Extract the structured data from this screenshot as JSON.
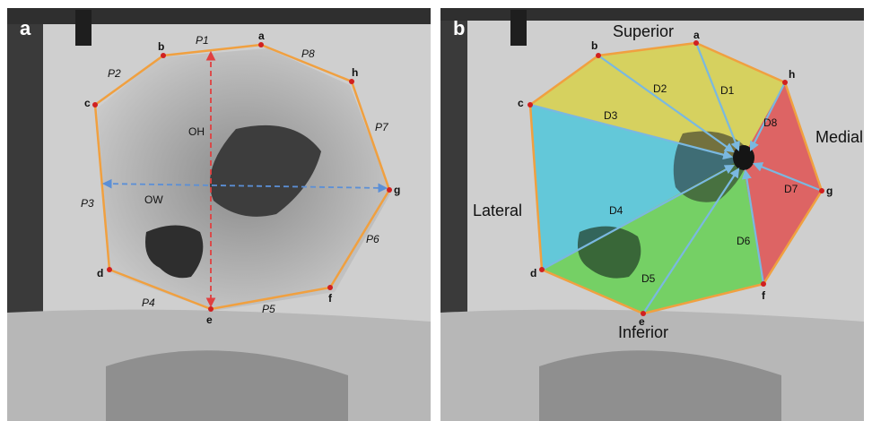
{
  "panels": [
    {
      "letter": "a",
      "point_labels": {
        "a": "a",
        "b": "b",
        "c": "c",
        "d": "d",
        "e": "e",
        "f": "f",
        "g": "g",
        "h": "h"
      },
      "edge_labels": [
        "P1",
        "P2",
        "P3",
        "P4",
        "P5",
        "P6",
        "P7",
        "P8"
      ],
      "height_label": "OH",
      "width_label": "OW"
    },
    {
      "letter": "b",
      "point_labels": {
        "a": "a",
        "b": "b",
        "c": "c",
        "d": "d",
        "e": "e",
        "f": "f",
        "g": "g",
        "h": "h"
      },
      "distance_labels": [
        "D1",
        "D2",
        "D3",
        "D4",
        "D5",
        "D6",
        "D7",
        "D8"
      ],
      "direction_labels": {
        "superior": "Superior",
        "medial": "Medial",
        "lateral": "Lateral",
        "inferior": "Inferior"
      }
    }
  ],
  "colors": {
    "outline": "#f0a040",
    "point": "#d02020",
    "height_arrow": "#e04040",
    "width_arrow": "#5b8fd6",
    "spoke": "#7ab8e0",
    "superior_region": "#d8d23a",
    "lateral_region": "#3fc6dc",
    "inferior_region": "#5ed04a",
    "medial_region": "#e04848"
  }
}
